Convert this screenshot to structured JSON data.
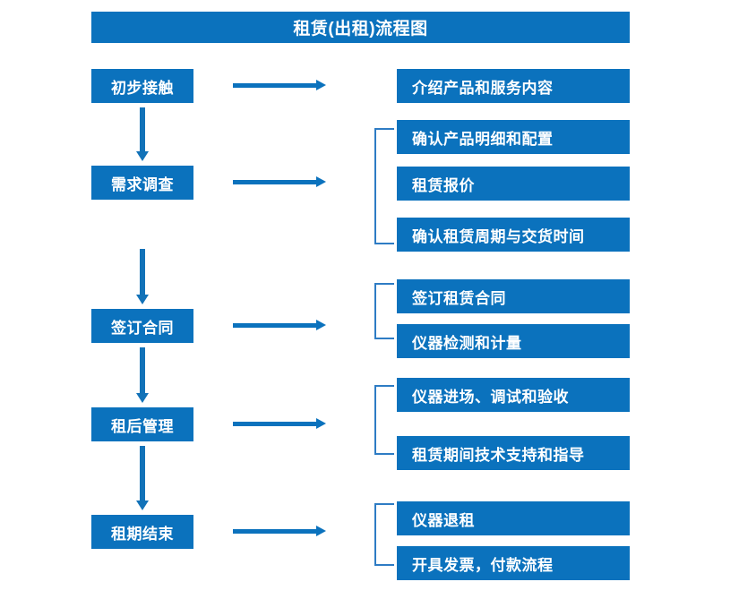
{
  "title": {
    "text": "租赁(出租)流程图"
  },
  "colors": {
    "box_blue": "#0b72bd",
    "arrow_blue": "#1272b8",
    "bracket_blue": "#2e7cc4",
    "text_white": "#ffffff",
    "background": "#ffffff"
  },
  "stages": [
    {
      "label": "初步接触"
    },
    {
      "label": "需求调查"
    },
    {
      "label": "签订合同"
    },
    {
      "label": "租后管理"
    },
    {
      "label": "租期结束"
    }
  ],
  "details": [
    {
      "label": "介绍产品和服务内容"
    },
    {
      "label": "确认产品明细和配置"
    },
    {
      "label": "租赁报价"
    },
    {
      "label": "确认租赁周期与交货时间"
    },
    {
      "label": "签订租赁合同"
    },
    {
      "label": "仪器检测和计量"
    },
    {
      "label": "仪器进场、调试和验收"
    },
    {
      "label": "租赁期间技术支持和指导"
    },
    {
      "label": "仪器退租"
    },
    {
      "label": "开具发票，付款流程"
    }
  ]
}
